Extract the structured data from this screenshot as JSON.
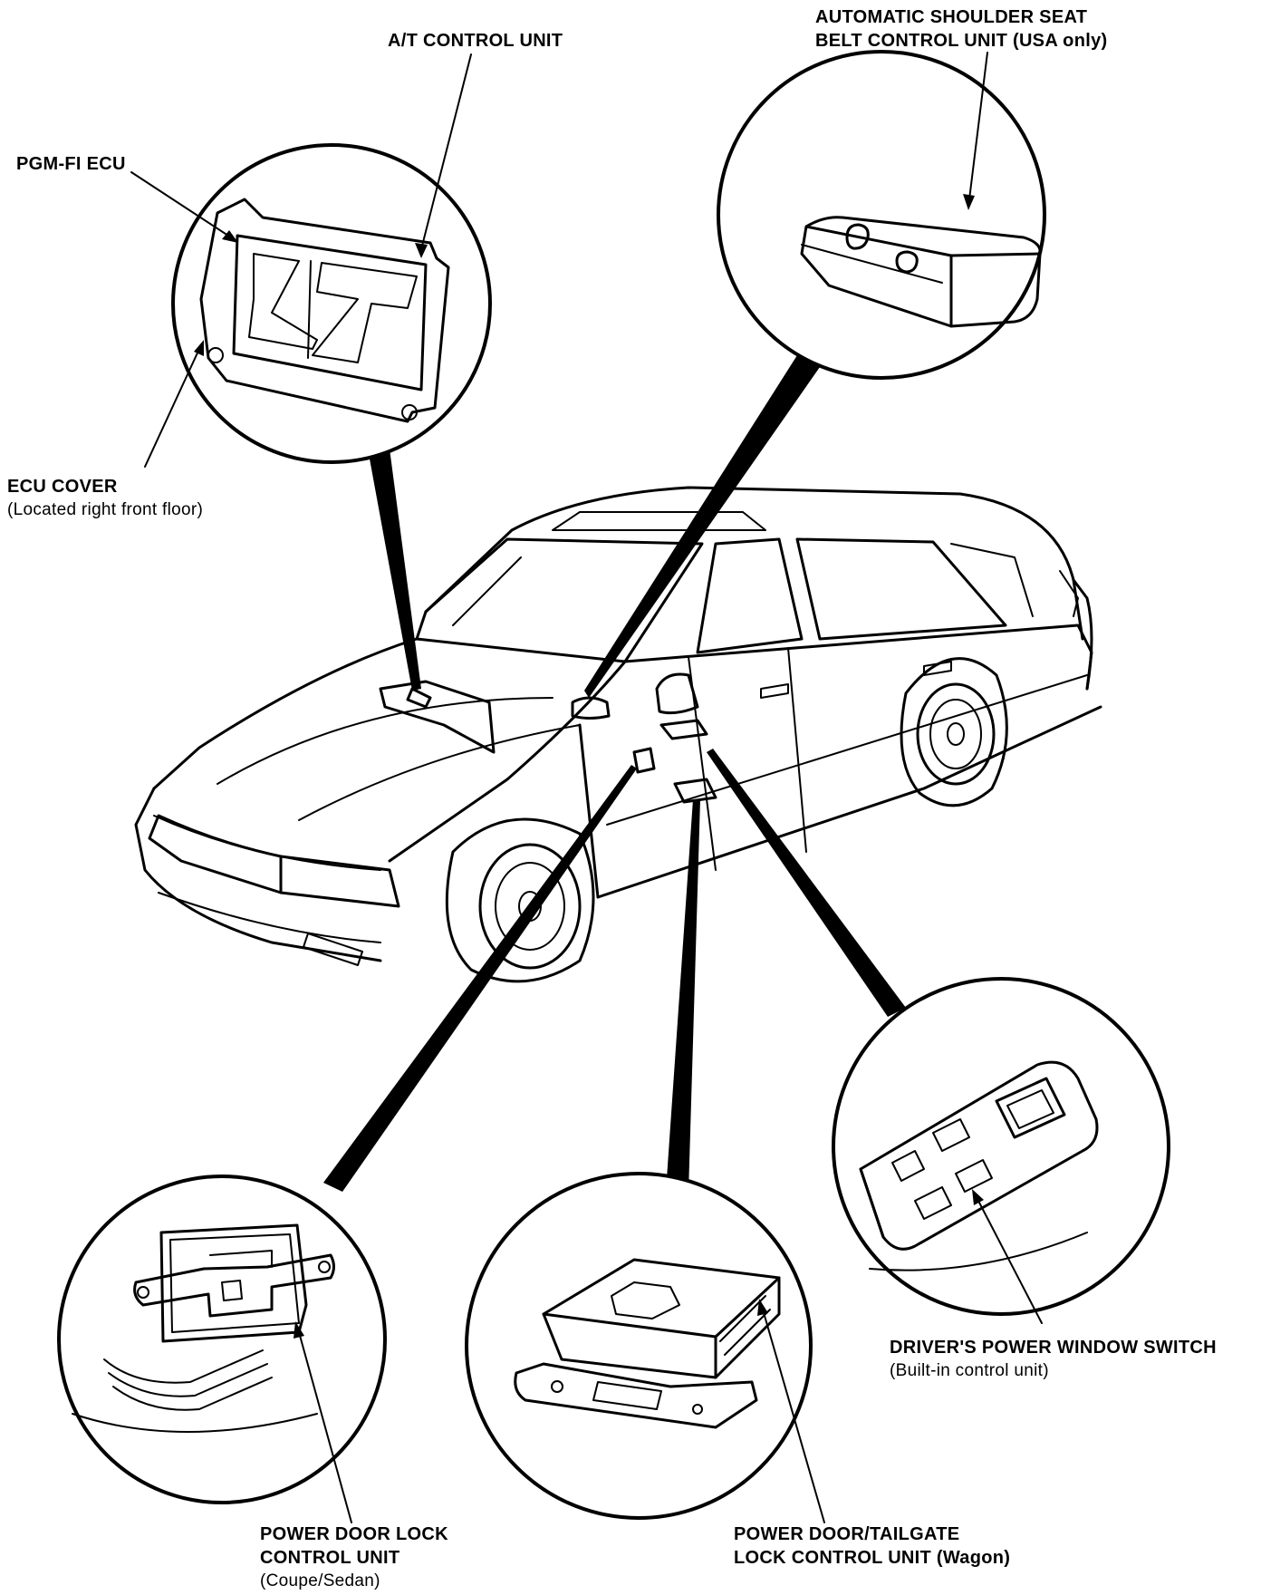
{
  "labels": {
    "at_control_unit": "A/T CONTROL UNIT",
    "pgm_fi_ecu": "PGM-FI ECU",
    "ecu_cover": "ECU COVER",
    "ecu_cover_note": "(Located right front floor)",
    "seat_belt_line1": "AUTOMATIC SHOULDER SEAT",
    "seat_belt_line2": "BELT CONTROL UNIT (USA only)",
    "window_switch": "DRIVER'S POWER WINDOW SWITCH",
    "window_switch_note": "(Built-in control unit)",
    "door_lock_line1": "POWER DOOR LOCK",
    "door_lock_line2": "CONTROL UNIT",
    "door_lock_note": "(Coupe/Sedan)",
    "tailgate_line1": "POWER DOOR/TAILGATE",
    "tailgate_line2": "LOCK CONTROL UNIT (Wagon)"
  }
}
